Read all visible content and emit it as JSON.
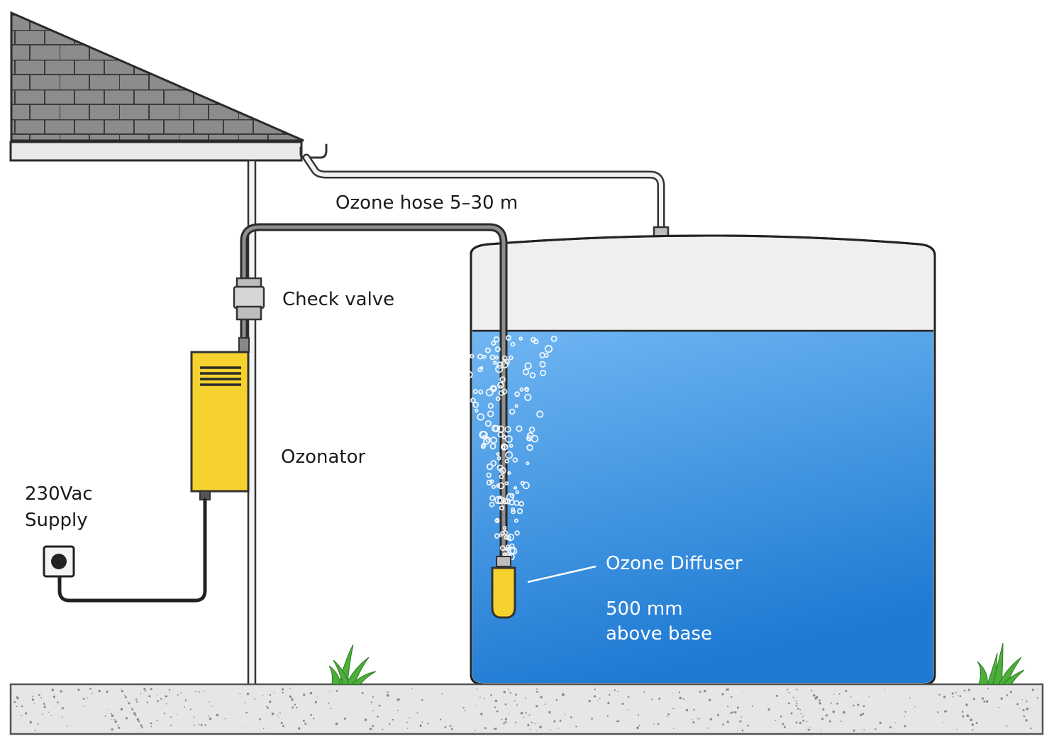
{
  "labels": {
    "ozone_hose": "Ozone hose 5–30 m",
    "check_valve": "Check valve",
    "ozonator": "Ozonator",
    "supply_line1": "230Vac",
    "supply_line2": "Supply",
    "diffuser": "Ozone Diffuser",
    "height_line1": "500 mm",
    "height_line2": "above base"
  },
  "colors": {
    "roof": "#8a8a8a",
    "water_top": "#6fb3f0",
    "water_bottom": "#1f7fd6",
    "ozonator": "#f5d22e",
    "grass": "#4caf3a",
    "ground": "#e6e6e6"
  }
}
